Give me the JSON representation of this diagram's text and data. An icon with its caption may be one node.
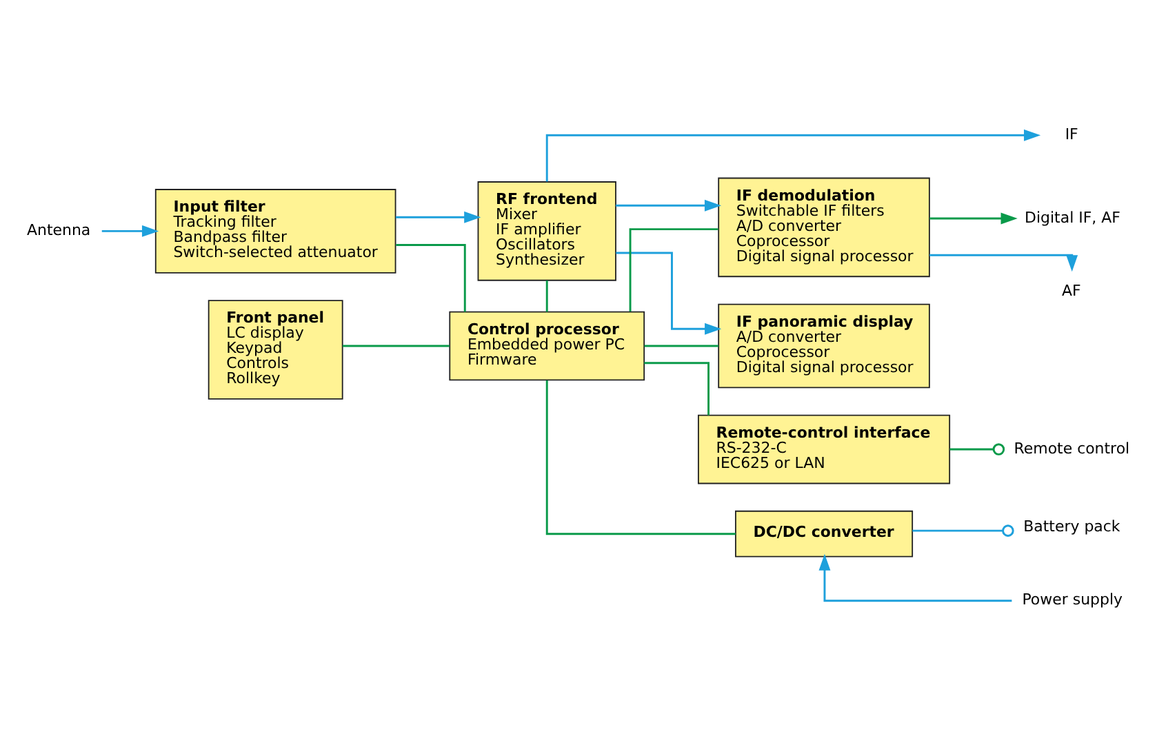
{
  "diagram": {
    "nodes": [
      {
        "text": [
          "Antenna"
        ]
      },
      {
        "text": [
          "Input filter",
          "Tracking filter",
          "Bandpass filter",
          "Switch-selected attenuator"
        ]
      },
      {
        "text": [
          "RF frontend",
          "Mixer",
          "IF amplifier",
          "Oscillators",
          "Synthesizer"
        ]
      },
      {
        "text": [
          "IF demodulation",
          "Switchable IF filters",
          "A/D converter",
          "Coprocessor",
          "Digital signal processor"
        ]
      },
      {
        "text": [
          "AF"
        ]
      },
      {
        "text": [
          "Digital IF, AF"
        ]
      },
      {
        "text": [
          "IF"
        ]
      },
      {
        "text": [
          "IF panoramic display",
          "A/D converter",
          "Coprocessor",
          "Digital signal processor"
        ]
      },
      {
        "text": [
          "Front panel",
          "LC display",
          "Keypad",
          "Controls",
          "Rollkey"
        ]
      },
      {
        "text": [
          "Control processor",
          "Embedded power PC",
          "Firmware"
        ]
      },
      {
        "text": [
          "Remote-control interface",
          "RS-232-C",
          "IEC625 or LAN"
        ]
      },
      {
        "text": [
          "Remote control"
        ]
      },
      {
        "text": [
          "DC/DC converter"
        ]
      },
      {
        "text": [
          "Power supply"
        ]
      },
      {
        "text": [
          "Battery pack"
        ]
      }
    ],
    "edges": [
      {
        "from": 0,
        "to": 1,
        "arrow": "to",
        "color": "#1ea0dc"
      },
      {
        "from": 1,
        "to": 2,
        "arrow": "to",
        "color": "#1ea0dc"
      },
      {
        "from": 2,
        "to": 3,
        "arrow": "to",
        "color": "#1ea0dc"
      },
      {
        "from": 2,
        "to": 6,
        "arrow": "to",
        "color": "#1ea0dc"
      },
      {
        "from": 2,
        "to": 7,
        "arrow": "to",
        "color": "#1ea0dc"
      },
      {
        "from": 3,
        "to": 4,
        "arrow": "to",
        "color": "#1ea0dc"
      },
      {
        "from": 3,
        "to": 5,
        "arrow": "to"
      },
      {
        "from": 1,
        "to": 9,
        "arrow": "none"
      },
      {
        "from": 2,
        "to": 9,
        "arrow": "none"
      },
      {
        "from": 3,
        "to": 9,
        "arrow": "none"
      },
      {
        "from": 7,
        "to": 9,
        "arrow": "none"
      },
      {
        "from": 8,
        "to": 9,
        "arrow": "none"
      },
      {
        "from": 9,
        "to": 10,
        "arrow": "none"
      },
      {
        "from": 9,
        "to": 12,
        "arrow": "none"
      },
      {
        "from": 10,
        "to": 11,
        "arrow": "other"
      },
      {
        "from": 13,
        "to": 12,
        "arrow": "to",
        "color": "#1ea0dc"
      },
      {
        "from": 12,
        "to": 14,
        "arrow": "other",
        "color": "#1ea0dc"
      }
    ]
  }
}
